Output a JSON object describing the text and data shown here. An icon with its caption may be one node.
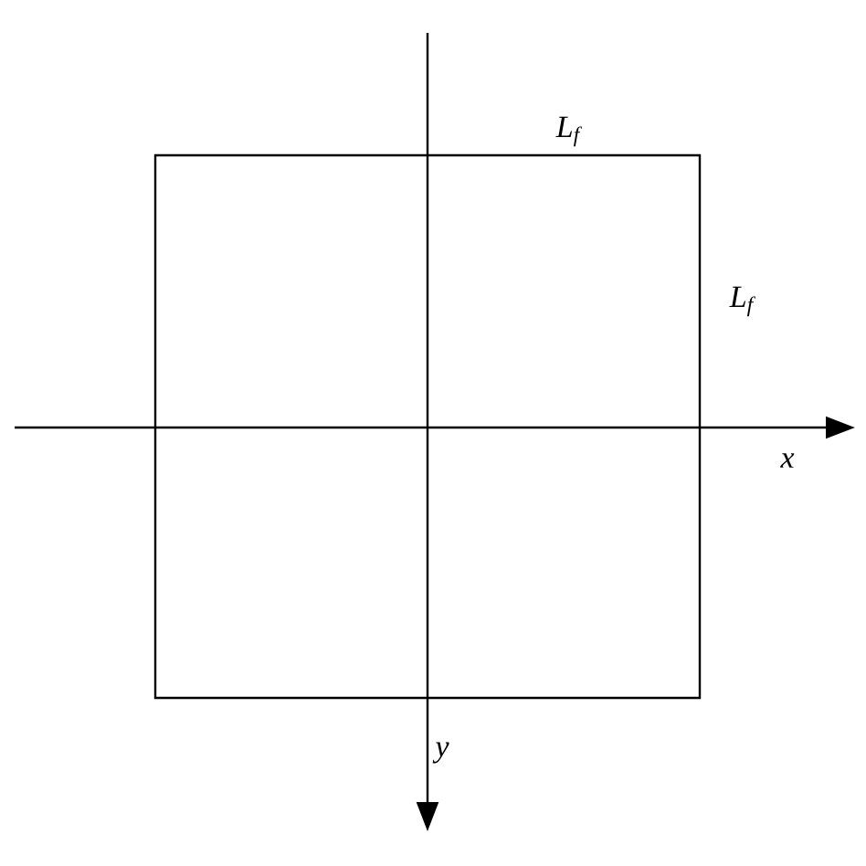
{
  "diagram": {
    "labels": [
      "L$_{f}$",
      "L$_{f}$",
      "x",
      "y"
    ]
  }
}
